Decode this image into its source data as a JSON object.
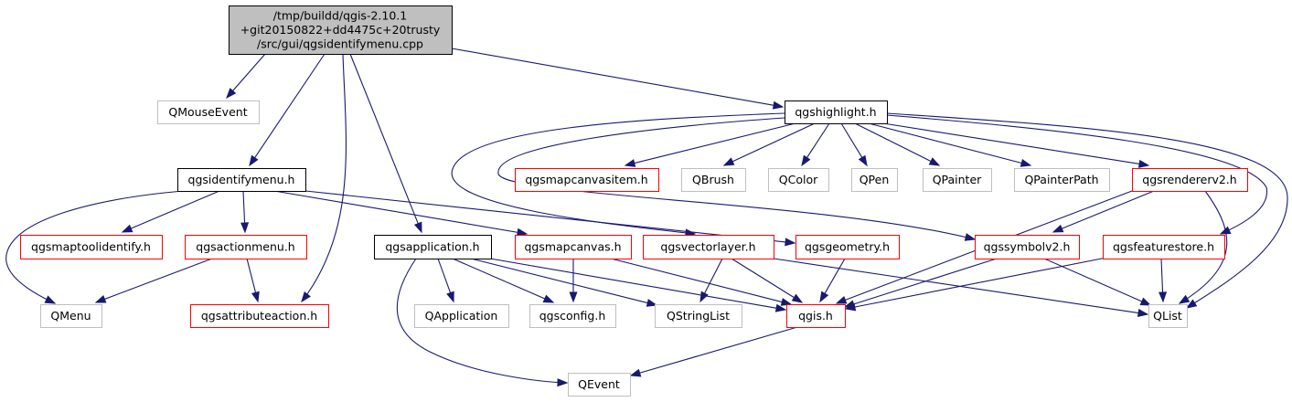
{
  "diagram": {
    "nodes": [
      {
        "id": "root",
        "style": "root",
        "lines": [
          "/tmp/buildd/qgis-2.10.1",
          "+git20150822+dd4475c+20trusty",
          "/src/gui/qgsidentifymenu.cpp"
        ]
      },
      {
        "id": "QMouseEvent",
        "style": "gray",
        "lines": [
          "QMouseEvent"
        ]
      },
      {
        "id": "qgshighlight",
        "style": "black",
        "lines": [
          "qgshighlight.h"
        ]
      },
      {
        "id": "qgsidentifymenu",
        "style": "black",
        "lines": [
          "qgsidentifymenu.h"
        ]
      },
      {
        "id": "qgsmapcanvasitem",
        "style": "red",
        "lines": [
          "qgsmapcanvasitem.h"
        ]
      },
      {
        "id": "QBrush",
        "style": "gray",
        "lines": [
          "QBrush"
        ]
      },
      {
        "id": "QColor",
        "style": "gray",
        "lines": [
          "QColor"
        ]
      },
      {
        "id": "QPen",
        "style": "gray",
        "lines": [
          "QPen"
        ]
      },
      {
        "id": "QPainter",
        "style": "gray",
        "lines": [
          "QPainter"
        ]
      },
      {
        "id": "QPainterPath",
        "style": "gray",
        "lines": [
          "QPainterPath"
        ]
      },
      {
        "id": "qgsrendererv2",
        "style": "red",
        "lines": [
          "qgsrendererv2.h"
        ]
      },
      {
        "id": "qgsmaptoolidentify",
        "style": "red",
        "lines": [
          "qgsmaptoolidentify.h"
        ]
      },
      {
        "id": "qgsactionmenu",
        "style": "red",
        "lines": [
          "qgsactionmenu.h"
        ]
      },
      {
        "id": "qgsapplication",
        "style": "black",
        "lines": [
          "qgsapplication.h"
        ]
      },
      {
        "id": "qgsmapcanvas",
        "style": "red",
        "lines": [
          "qgsmapcanvas.h"
        ]
      },
      {
        "id": "qgsvectorlayer",
        "style": "red",
        "lines": [
          "qgsvectorlayer.h"
        ]
      },
      {
        "id": "qgsgeometry",
        "style": "red",
        "lines": [
          "qgsgeometry.h"
        ]
      },
      {
        "id": "qgssymbolv2",
        "style": "red",
        "lines": [
          "qgssymbolv2.h"
        ]
      },
      {
        "id": "qgsfeaturestore",
        "style": "red",
        "lines": [
          "qgsfeaturestore.h"
        ]
      },
      {
        "id": "QMenu",
        "style": "gray",
        "lines": [
          "QMenu"
        ]
      },
      {
        "id": "qgsattributeaction",
        "style": "red",
        "lines": [
          "qgsattributeaction.h"
        ]
      },
      {
        "id": "QApplication",
        "style": "gray",
        "lines": [
          "QApplication"
        ]
      },
      {
        "id": "qgsconfig",
        "style": "gray",
        "lines": [
          "qgsconfig.h"
        ]
      },
      {
        "id": "QStringList",
        "style": "gray",
        "lines": [
          "QStringList"
        ]
      },
      {
        "id": "qgis",
        "style": "red",
        "lines": [
          "qgis.h"
        ]
      },
      {
        "id": "QList",
        "style": "gray",
        "lines": [
          "QList"
        ]
      },
      {
        "id": "QEvent",
        "style": "gray",
        "lines": [
          "QEvent"
        ]
      }
    ],
    "edges": [
      {
        "from": "root",
        "to": "QMouseEvent"
      },
      {
        "from": "root",
        "to": "qgshighlight"
      },
      {
        "from": "root",
        "to": "qgsidentifymenu"
      },
      {
        "from": "root",
        "to": "qgsattributeaction"
      },
      {
        "from": "root",
        "to": "qgsapplication"
      },
      {
        "from": "qgshighlight",
        "to": "qgsmapcanvasitem"
      },
      {
        "from": "qgshighlight",
        "to": "QBrush"
      },
      {
        "from": "qgshighlight",
        "to": "QColor"
      },
      {
        "from": "qgshighlight",
        "to": "QPen"
      },
      {
        "from": "qgshighlight",
        "to": "QPainter"
      },
      {
        "from": "qgshighlight",
        "to": "QPainterPath"
      },
      {
        "from": "qgshighlight",
        "to": "qgsrendererv2"
      },
      {
        "from": "qgshighlight",
        "to": "qgsfeaturestore"
      },
      {
        "from": "qgshighlight",
        "to": "QList"
      },
      {
        "from": "qgshighlight",
        "to": "qgsvectorlayer"
      },
      {
        "from": "qgshighlight",
        "to": "qgssymbolv2"
      },
      {
        "from": "qgsidentifymenu",
        "to": "QMenu"
      },
      {
        "from": "qgsidentifymenu",
        "to": "qgsmaptoolidentify"
      },
      {
        "from": "qgsidentifymenu",
        "to": "qgsactionmenu"
      },
      {
        "from": "qgsidentifymenu",
        "to": "qgsmapcanvas"
      },
      {
        "from": "qgsidentifymenu",
        "to": "qgsgeometry"
      },
      {
        "from": "qgsactionmenu",
        "to": "QMenu"
      },
      {
        "from": "qgsactionmenu",
        "to": "qgsattributeaction"
      },
      {
        "from": "qgsapplication",
        "to": "QApplication"
      },
      {
        "from": "qgsapplication",
        "to": "qgsconfig"
      },
      {
        "from": "qgsapplication",
        "to": "QStringList"
      },
      {
        "from": "qgsapplication",
        "to": "qgis"
      },
      {
        "from": "qgsapplication",
        "to": "QEvent"
      },
      {
        "from": "qgsmapcanvas",
        "to": "qgsconfig"
      },
      {
        "from": "qgsmapcanvas",
        "to": "qgis"
      },
      {
        "from": "qgsvectorlayer",
        "to": "QStringList"
      },
      {
        "from": "qgsvectorlayer",
        "to": "qgis"
      },
      {
        "from": "qgsvectorlayer",
        "to": "QList"
      },
      {
        "from": "qgsgeometry",
        "to": "qgis"
      },
      {
        "from": "qgsrendererv2",
        "to": "qgis"
      },
      {
        "from": "qgsrendererv2",
        "to": "qgssymbolv2"
      },
      {
        "from": "qgsrendererv2",
        "to": "QList"
      },
      {
        "from": "qgssymbolv2",
        "to": "qgis"
      },
      {
        "from": "qgssymbolv2",
        "to": "QList"
      },
      {
        "from": "qgsfeaturestore",
        "to": "qgis"
      },
      {
        "from": "qgsfeaturestore",
        "to": "QList"
      },
      {
        "from": "qgis",
        "to": "QEvent"
      }
    ]
  }
}
